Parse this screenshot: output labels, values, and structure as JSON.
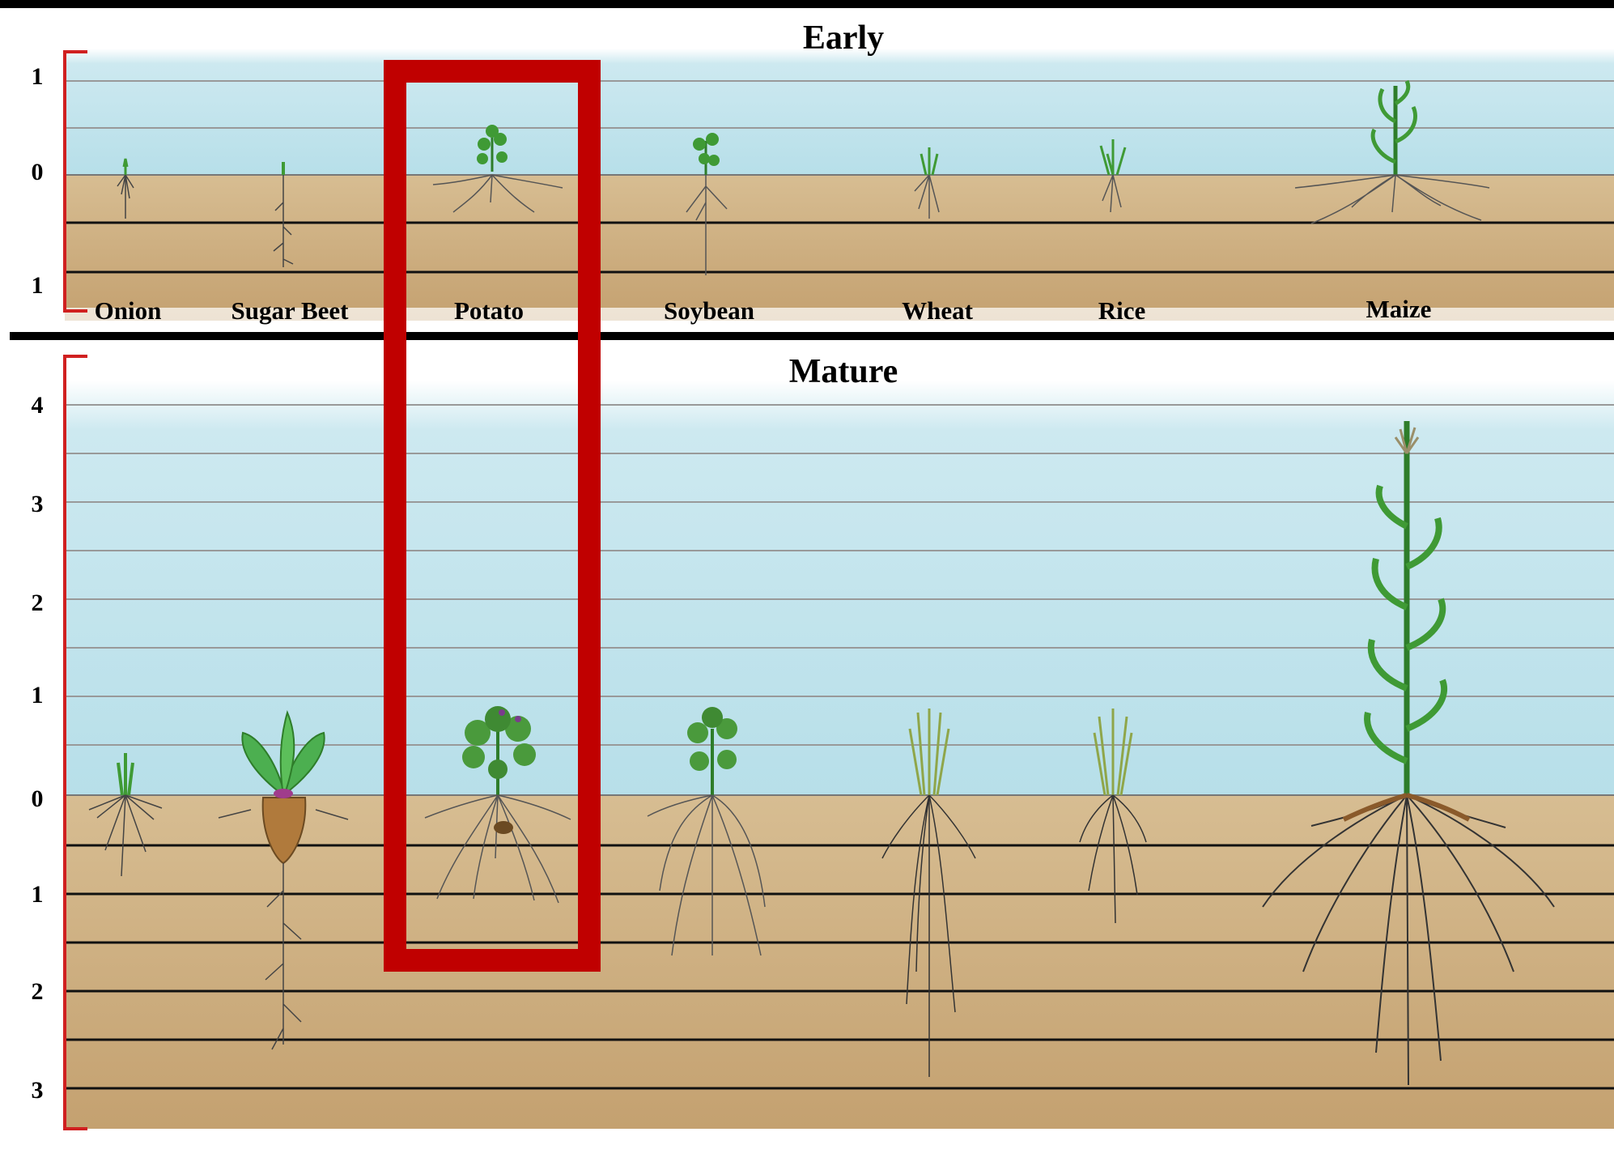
{
  "panels": {
    "early": {
      "title": "Early",
      "scale_above": [
        "1",
        "0"
      ],
      "scale_below": [
        "1"
      ],
      "crops": [
        "Onion",
        "Sugar Beet",
        "Potato",
        "Soybean",
        "Wheat",
        "Rice",
        "Maize"
      ]
    },
    "mature": {
      "title": "Mature",
      "scale_above": [
        "4",
        "3",
        "2",
        "1",
        "0"
      ],
      "scale_below": [
        "1",
        "2",
        "3"
      ]
    }
  },
  "highlight": {
    "crop": "Potato",
    "color": "#c00000"
  },
  "colors": {
    "sky": "#bfe3ec",
    "soil": "#c9a97a",
    "scale_bracket": "#d02020",
    "leaf": "#3f9a35",
    "beet_root": "#b07a3c",
    "maize_root": "#8a5a2b"
  }
}
